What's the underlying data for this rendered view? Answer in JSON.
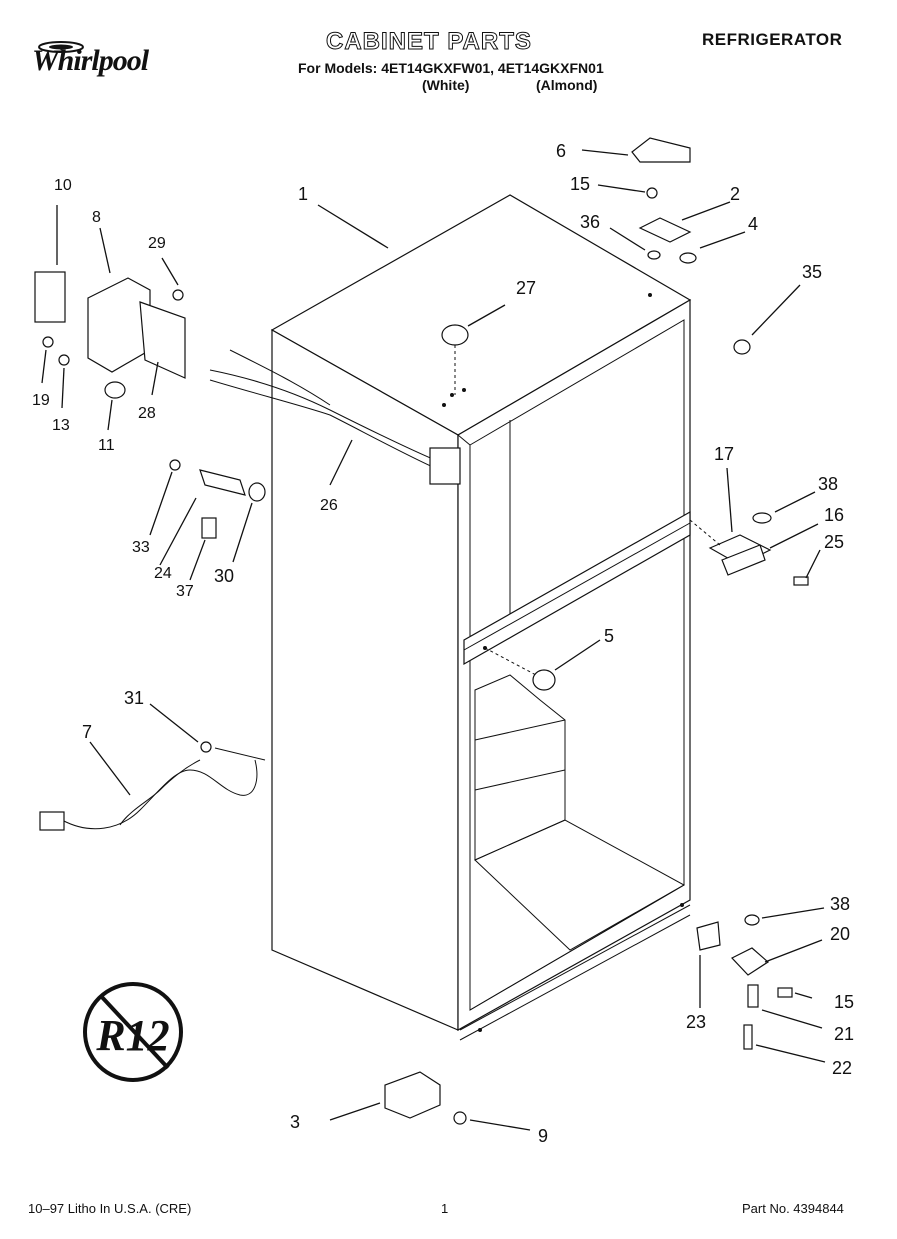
{
  "header": {
    "brand": "Whirlpool",
    "title": "CABINET PARTS",
    "section": "REFRIGERATOR",
    "models_line": "For Models: 4ET14GKXFW01, 4ET14GKXFN01",
    "variant_white": "(White)",
    "variant_almond": "(Almond)"
  },
  "callouts": [
    "1",
    "2",
    "3",
    "4",
    "5",
    "6",
    "7",
    "8",
    "9",
    "10",
    "11",
    "13",
    "15",
    "15",
    "16",
    "17",
    "19",
    "20",
    "21",
    "22",
    "23",
    "24",
    "25",
    "26",
    "27",
    "28",
    "29",
    "30",
    "31",
    "33",
    "35",
    "36",
    "37",
    "38",
    "38"
  ],
  "footer": {
    "left": "10–97 Litho In U.S.A. (CRE)",
    "page": "1",
    "part_no": "Part No. 4394844"
  },
  "badges": {
    "no_r12": "R12"
  }
}
